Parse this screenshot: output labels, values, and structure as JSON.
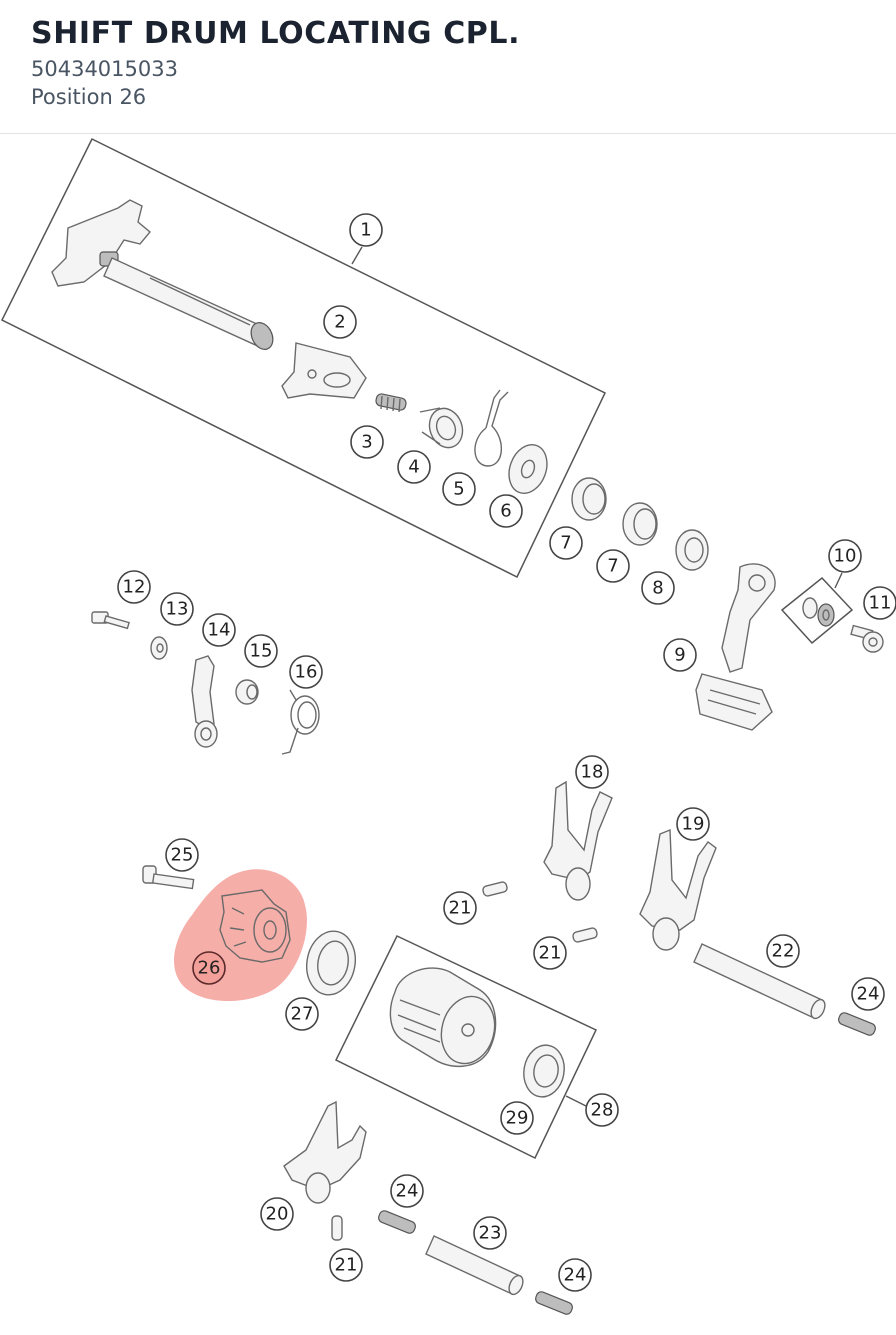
{
  "header": {
    "title": "SHIFT DRUM LOCATING CPL.",
    "part_number": "50434015033",
    "position": "Position 26"
  },
  "diagram": {
    "highlight_color": "#f4a09a",
    "callouts": [
      "1",
      "2",
      "3",
      "4",
      "5",
      "6",
      "7",
      "7",
      "8",
      "9",
      "10",
      "11",
      "12",
      "13",
      "14",
      "15",
      "16",
      "18",
      "19",
      "21",
      "21",
      "22",
      "24",
      "25",
      "26",
      "27",
      "28",
      "29",
      "20",
      "24",
      "21",
      "23",
      "24"
    ]
  }
}
